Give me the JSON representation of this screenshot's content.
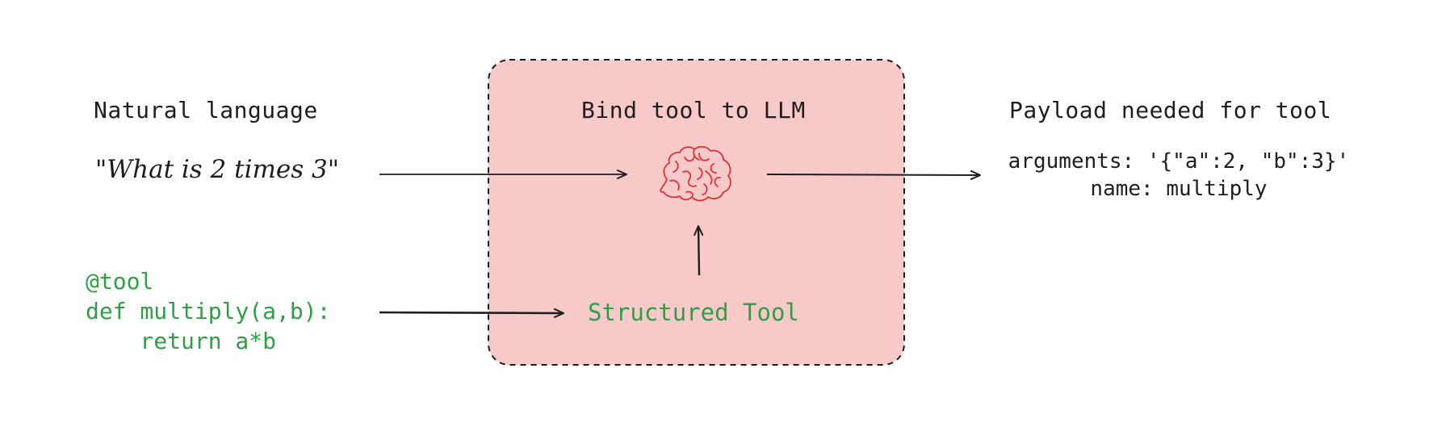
{
  "left": {
    "heading": "Natural language",
    "query": "\"What is 2 times 3\"",
    "code_lines": [
      "@tool",
      "def multiply(a,b):",
      "    return a*b"
    ]
  },
  "middle": {
    "heading": "Bind tool to LLM",
    "tool_label": "Structured Tool"
  },
  "right": {
    "heading": "Payload needed for tool",
    "payload_lines": [
      "arguments: '{\"a\":2, \"b\":3}'",
      "name: multiply"
    ]
  },
  "colors": {
    "box_fill": "#f8c9c9",
    "box_border": "#1e1e1e",
    "brain_stroke": "#e03131",
    "code_green": "#2f9e44",
    "arrow": "#1e1e1e",
    "text": "#1e1e1e"
  },
  "icons": {
    "brain": "brain-icon"
  }
}
